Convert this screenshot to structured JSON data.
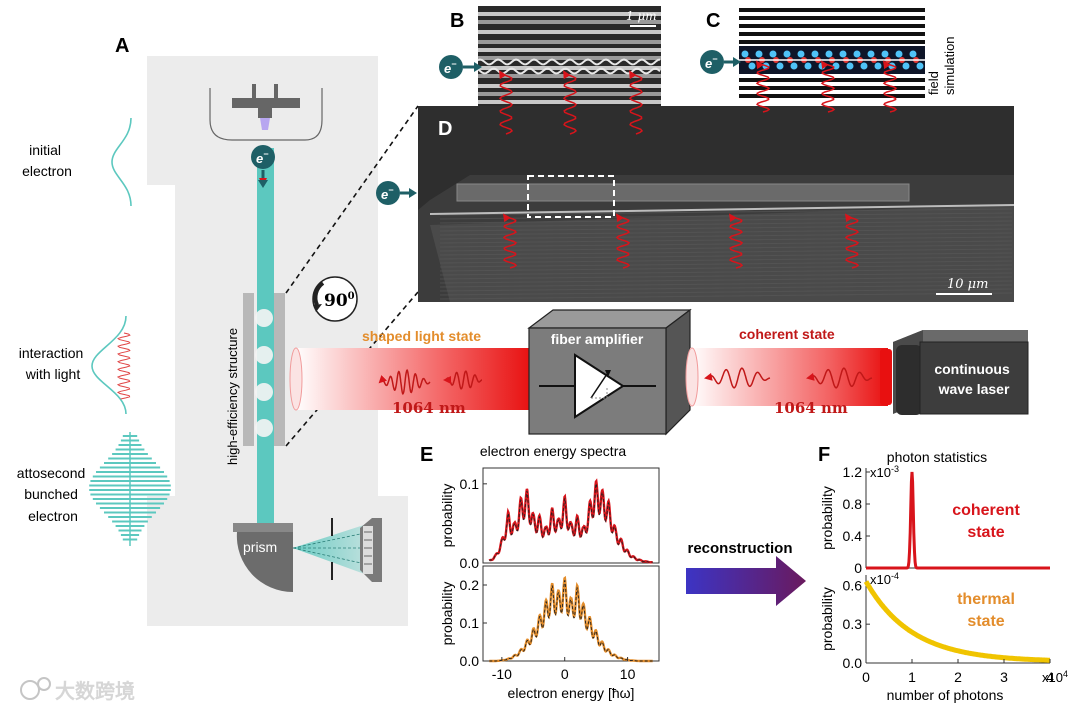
{
  "panels": {
    "A": "A",
    "B": "B",
    "C": "C",
    "D": "D",
    "E": "E",
    "F": "F"
  },
  "labels": {
    "initial_electron": [
      "initial",
      "electron"
    ],
    "interaction_light": [
      "interaction",
      "with light"
    ],
    "attosecond": [
      "attosecond",
      "bunched",
      "electron"
    ],
    "high_efficiency": "high-efficiency structure",
    "prism": "prism",
    "rotation": "90",
    "rotation_sup": "0",
    "electron": "e",
    "electron_sup": "−",
    "scale_b": "1 μm",
    "scale_d": "10 μm",
    "field_simulation": [
      "field",
      "simulation"
    ],
    "shaped_light": "shaped light state",
    "coherent_state": "coherent state",
    "wavelength_left": "1064 nm",
    "wavelength_right": "1064 nm",
    "fiber_amplifier": "fiber amplifier",
    "laser": [
      "continuous",
      "wave laser"
    ],
    "reconstruction": "reconstruction",
    "watermark": "大数跨境"
  },
  "colors": {
    "teal": "#5cc8bf",
    "dark_teal": "#1e5f66",
    "red": "#d8141b",
    "orange": "#e38d2c",
    "yellow": "#f0c400",
    "arrow_start": "#3c34c4",
    "arrow_end": "#6a1a5e"
  },
  "chart_data": [
    {
      "type": "line",
      "title": "electron energy spectra",
      "subplots": [
        {
          "ylabel": "probability",
          "ylim": [
            0,
            0.12
          ],
          "yticks": [
            "0.0",
            "0.1"
          ],
          "series": [
            {
              "color": "#d8141b"
            }
          ]
        },
        {
          "ylabel": "probability",
          "ylim": [
            0,
            0.25
          ],
          "yticks": [
            "0.0",
            "0.1",
            "0.2"
          ],
          "series": [
            {
              "color": "#e38d2c"
            }
          ]
        }
      ],
      "xlabel": "electron energy [ħω]",
      "xlim": [
        -13,
        15
      ],
      "xticks": [
        "-10",
        "0",
        "10"
      ],
      "x": [
        -12,
        -11,
        -10,
        -9,
        -8,
        -7,
        -6,
        -5,
        -4,
        -3,
        -2,
        -1,
        0,
        1,
        2,
        3,
        4,
        5,
        6,
        7,
        8,
        9,
        10,
        11,
        12,
        13,
        14
      ],
      "values_top": [
        0.003,
        0.01,
        0.03,
        0.065,
        0.05,
        0.082,
        0.094,
        0.062,
        0.06,
        0.045,
        0.07,
        0.055,
        0.085,
        0.05,
        0.06,
        0.045,
        0.078,
        0.104,
        0.092,
        0.078,
        0.046,
        0.03,
        0.016,
        0.008,
        0.004,
        0.002,
        0.001
      ],
      "values_bottom": [
        0.0,
        0.0,
        0.002,
        0.006,
        0.015,
        0.03,
        0.055,
        0.085,
        0.12,
        0.16,
        0.205,
        0.185,
        0.22,
        0.165,
        0.2,
        0.15,
        0.115,
        0.08,
        0.05,
        0.03,
        0.016,
        0.008,
        0.003,
        0.001,
        0.0,
        0.0,
        0.0
      ]
    },
    {
      "type": "line",
      "title": "photon statistics",
      "subplots": [
        {
          "ylabel": "probability",
          "scale_label": "x10",
          "scale_exp": "-3",
          "ylim": [
            0,
            1.25
          ],
          "yticks": [
            "0",
            "0.4",
            "0.8",
            "1.2"
          ],
          "state_label": [
            "coherent",
            "state"
          ],
          "color": "#d8141b",
          "peak_center": 10000,
          "peak_height": 1.2,
          "peak_width": 400
        },
        {
          "ylabel": "probability",
          "scale_label": "x10",
          "scale_exp": "-4",
          "ylim": [
            0,
            0.68
          ],
          "yticks": [
            "0.0",
            "0.3",
            "0.6"
          ],
          "state_label": [
            "thermal",
            "state"
          ],
          "color": "#f0c400",
          "decay_start": 0.62,
          "decay_scale": 10000
        }
      ],
      "xlabel": "number of photons",
      "xlim": [
        0,
        40000
      ],
      "xticks": [
        "0",
        "1",
        "2",
        "3",
        "4"
      ],
      "x_scale_label": "x10",
      "x_scale_exp": "4"
    }
  ]
}
